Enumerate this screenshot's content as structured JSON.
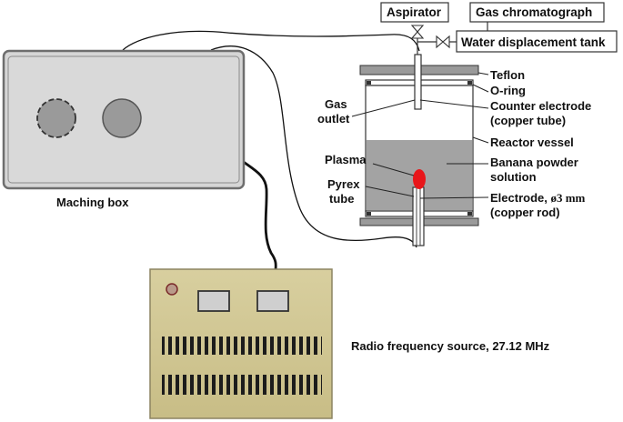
{
  "labels": {
    "aspirator": "Aspirator",
    "gas_chromatograph": "Gas chromatograph",
    "water_displacement_tank": "Water displacement tank",
    "teflon": "Teflon",
    "o_ring": "O-ring",
    "gas_outlet_line1": "Gas",
    "gas_outlet_line2": "outlet",
    "counter_electrode_line1": "Counter electrode",
    "counter_electrode_line2": "(copper tube)",
    "reactor_vessel": "Reactor vessel",
    "plasma": "Plasma",
    "banana_line1": "Banana powder",
    "banana_line2": "solution",
    "pyrex_line1": "Pyrex",
    "pyrex_line2": "tube",
    "electrode_line1_prefix": "Electrode, ",
    "electrode_line1_dim": "ø3 mm",
    "electrode_line2": "(copper rod)",
    "matching_box": "Maching box",
    "rf_source": "Radio frequency source, 27.12 MHz"
  },
  "colors": {
    "box_fill": "#d6d6d6",
    "box_border": "#6e6e6e",
    "knob_fill": "#9a9a9a",
    "rf_fill": "#cfc592",
    "rf_vent": "#1c1c1c",
    "plasma": "#e8161a",
    "solution": "#a3a3a3",
    "cable": "#111111"
  }
}
